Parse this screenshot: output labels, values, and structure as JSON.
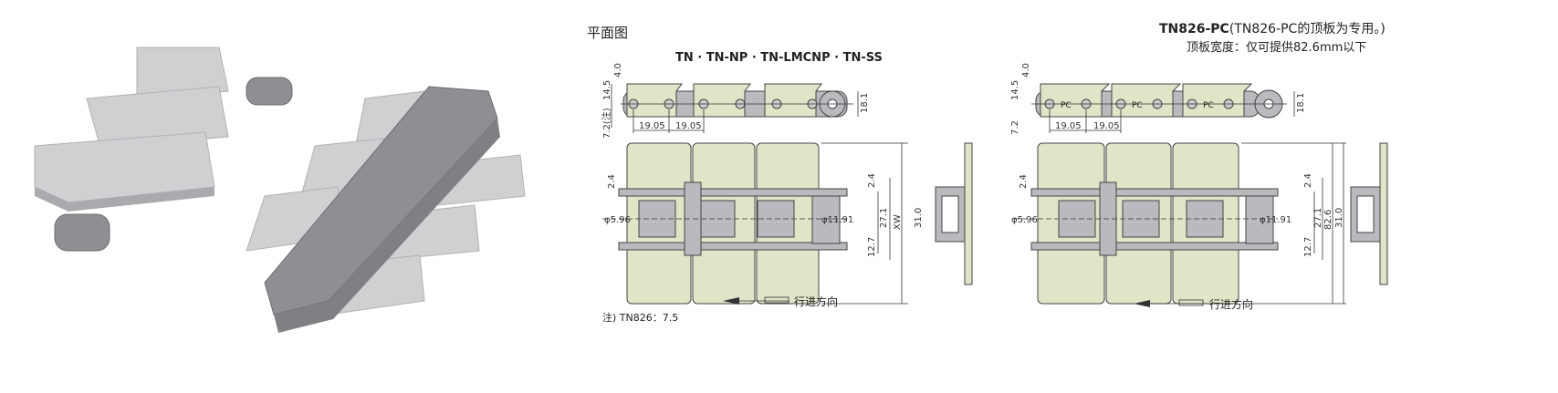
{
  "plan_view": {
    "heading": "平面图",
    "series_title": "TN · TN-NP · TN-LMCNP · TN-SS",
    "dims": {
      "top": "4.0",
      "height": "14.5",
      "bottom": "7.2(注)",
      "pitch1": "19.05",
      "pitch2": "19.05",
      "link_height": "18.1",
      "gap_left": "2.4",
      "pin_dia": "φ5.96",
      "gap_right": "2.4",
      "roller_dia": "φ11.91",
      "inner": "27.1",
      "width": "XW",
      "offset": "12.7",
      "edge": "31.0"
    },
    "direction": "行进方向",
    "note": "注) TN826：7.5"
  },
  "pc_view": {
    "title": "TN826-PC",
    "title_note": "(TN826-PC的顶板为专用。)",
    "subtitle": "顶板宽度：仅可提供82.6mm以下",
    "plate_mark": "PC",
    "dims": {
      "top": "4.0",
      "height": "14.5",
      "bottom": "7.2",
      "pitch1": "19.05",
      "pitch2": "19.05",
      "link_height": "18.1",
      "gap_left": "2.4",
      "pin_dia": "φ5.96",
      "gap_right": "2.4",
      "roller_dia": "φ11.91",
      "inner": "27.1",
      "width": "82.6",
      "offset": "12.7",
      "edge": "31.0"
    },
    "direction": "行进方向"
  },
  "colors": {
    "plate": "#e2e4c8",
    "chain": "#b9babd",
    "photo": "#cfd0d2"
  }
}
